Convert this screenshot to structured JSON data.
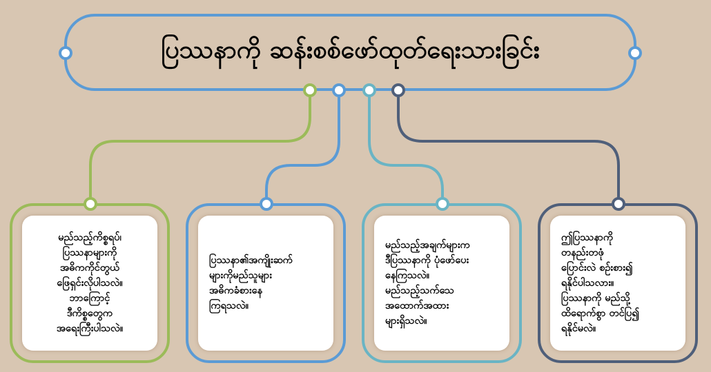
{
  "title": "ပြဿနာကို ဆန်းစစ်ဖော်ထုတ်ရေးသားခြင်း",
  "colors": {
    "background": "#d8c6b2",
    "green": "#9bbb59",
    "blue": "#5b9bd5",
    "teal": "#6ab4c4",
    "slate": "#4f5f7a"
  },
  "cards": [
    {
      "text": "မည်သည့်ကိစ္စရပ်၊\nပြဿနာများကို\nအဓိကကိုင်တွယ်\nဖြေရှင်းလိုပါသလဲ။\nဘာကြောင့်\nဒီကိစ္စတွေက\nအရေးကြီးပါသလဲ။"
    },
    {
      "text": "ပြဿနာ၏အကျိုးဆက်\nများကိုမည်သူများ\nအဓိကခံစားနေ\nကြရသလဲ။"
    },
    {
      "text": "မည်သည့်အချက်များက\nဒီပြဿနာကို ပုံဖော်ပေး\nနေကြသလဲ။\nမည်သည့်သက်သေ\nအထောက်အထား\nများရှိသလဲ။"
    },
    {
      "text": "ဤပြဿနာကို\nတနည်းတဖုံ\nပြောင်းလဲ စဉ်းစား၍\nရနိုင်ပါသလား။\nပြဿနာကို မည်သို့\nထိရောက်စွာ တင်ပြ၍\nရနိုင်မလဲ။"
    }
  ]
}
